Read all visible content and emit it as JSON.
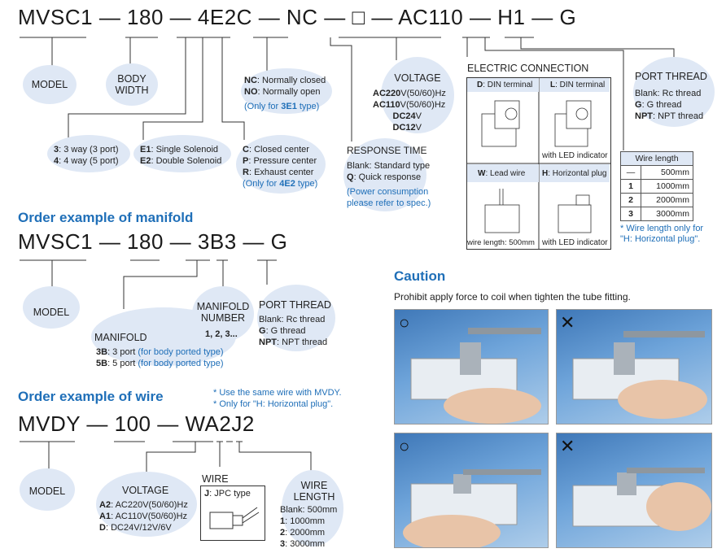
{
  "main_code": {
    "parts": [
      "MVSC1",
      "180",
      "4E2C",
      "NC",
      "AC110",
      "H1",
      "G"
    ],
    "box_symbol": "□",
    "dash": "—"
  },
  "main_labels": {
    "model": "MODEL",
    "body_width": "BODY\nWIDTH",
    "ways": [
      {
        "code": "3",
        "text": ": 3 way (3 port)"
      },
      {
        "code": "4",
        "text": ": 4 way (5 port)"
      }
    ],
    "solenoid": [
      {
        "code": "E1",
        "text": ": Single Solenoid"
      },
      {
        "code": "E2",
        "text": ": Double Solenoid"
      }
    ],
    "center": [
      {
        "code": "C",
        "text": ": Closed center"
      },
      {
        "code": "P",
        "text": ": Pressure center"
      },
      {
        "code": "R",
        "text": ": Exhaust center"
      }
    ],
    "center_note": "(Only for ",
    "center_note_code": "4E2",
    "center_note_end": " type)",
    "nc_no": [
      {
        "code": "NC",
        "text": ": Normally closed"
      },
      {
        "code": "NO",
        "text": ": Normally open"
      }
    ],
    "nc_note": "(Only for ",
    "nc_note_code": "3E1",
    "nc_note_end": " type)",
    "response_title": "RESPONSE TIME",
    "response": [
      {
        "code": "",
        "text": "Blank: Standard type"
      },
      {
        "code": "Q",
        "text": ": Quick response"
      }
    ],
    "response_note": "(Power consumption\nplease refer to spec.)",
    "voltage_title": "VOLTAGE",
    "voltage": [
      {
        "code": "AC220",
        "text": "V(50/60)Hz"
      },
      {
        "code": "AC110",
        "text": "V(50/60)Hz"
      },
      {
        "code": "DC24",
        "text": "V"
      },
      {
        "code": "DC12",
        "text": "V"
      }
    ],
    "electric_title": "ELECTRIC CONNECTION",
    "electric_cells": [
      {
        "code": "D",
        "text": ": DIN terminal"
      },
      {
        "code": "L",
        "text": ": DIN terminal"
      },
      {
        "code": "W",
        "text": ": Lead wire"
      },
      {
        "code": "H",
        "text": ": Horizontal plug"
      }
    ],
    "electric_captions": [
      "with LED indicator",
      "wire length: 500mm",
      "with LED indicator"
    ],
    "port_title": "PORT THREAD",
    "port": [
      {
        "code": "",
        "text": "Blank: Rc thread"
      },
      {
        "code": "G",
        "text": ": G thread"
      },
      {
        "code": "NPT",
        "text": ": NPT thread"
      }
    ],
    "wire_length_title": "Wire length",
    "wire_length_rows": [
      [
        "—",
        "500mm"
      ],
      [
        "1",
        "1000mm"
      ],
      [
        "2",
        "2000mm"
      ],
      [
        "3",
        "3000mm"
      ]
    ],
    "wire_note": "* Wire length only for\n\"H: Horizontal plug\"."
  },
  "manifold": {
    "heading": "Order example of manifold",
    "parts": [
      "MVSC1",
      "180",
      "3B3",
      "G"
    ],
    "model": "MODEL",
    "manifold_title": "MANIFOLD",
    "manifold_items": [
      {
        "code": "3B",
        "text": ": 3 port ",
        "note": "(for body ported type)"
      },
      {
        "code": "5B",
        "text": ": 5 port ",
        "note": "(for body ported type)"
      }
    ],
    "number_title": "MANIFOLD\nNUMBER",
    "number_items": "1, 2, 3...",
    "port_title": "PORT THREAD",
    "port": [
      {
        "code": "",
        "text": "Blank: Rc thread"
      },
      {
        "code": "G",
        "text": ": G thread"
      },
      {
        "code": "NPT",
        "text": ": NPT thread"
      }
    ]
  },
  "wire": {
    "heading": "Order example of wire",
    "notes": [
      "* Use the same wire with MVDY.",
      "* Only for \"H: Horizontal plug\"."
    ],
    "parts": [
      "MVDY",
      "100",
      "WA2J2"
    ],
    "model": "MODEL",
    "voltage_title": "VOLTAGE",
    "voltage": [
      {
        "code": "A2",
        "text": ": AC220V(50/60)Hz"
      },
      {
        "code": "A1",
        "text": ": AC110V(50/60)Hz"
      },
      {
        "code": "D",
        "text": ": DC24V/12V/6V"
      }
    ],
    "wire_title": "WIRE",
    "wire_type": {
      "code": "J",
      "text": ": JPC type"
    },
    "length_title": "WIRE\nLENGTH",
    "length": [
      {
        "code": "",
        "text": "Blank: 500mm"
      },
      {
        "code": "1",
        "text": ": 1000mm"
      },
      {
        "code": "2",
        "text": ": 2000mm"
      },
      {
        "code": "3",
        "text": ": 3000mm"
      }
    ]
  },
  "caution": {
    "heading": "Caution",
    "text": "Prohibit apply force to coil when tighten the tube fitting.",
    "marks": [
      "○",
      "✕",
      "○",
      "✕"
    ]
  },
  "colors": {
    "accent": "#1f6fb8",
    "bubble": "#dfe8f5",
    "photo": "#5b95d0"
  }
}
